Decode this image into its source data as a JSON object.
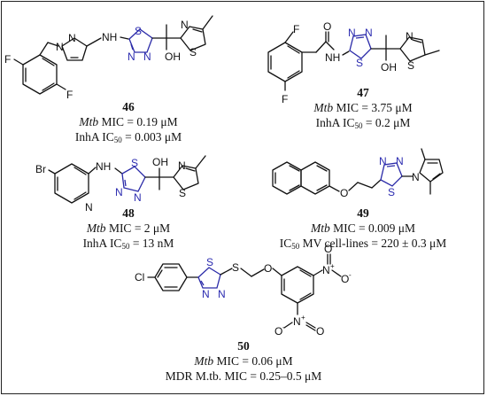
{
  "compounds": [
    {
      "id": "46",
      "l1_it": "Mtb",
      "l1": " MIC = 0.19 μM",
      "l2a": "InhA IC",
      "l2sub": "50",
      "l2b": " = 0.003 μM"
    },
    {
      "id": "47",
      "l1_it": "Mtb",
      "l1": " MIC = 3.75 μM",
      "l2a": "InhA IC",
      "l2sub": "50",
      "l2b": " = 0.2 μM"
    },
    {
      "id": "48",
      "l1_it": "Mtb",
      "l1": " MIC = 2 μM",
      "l2a": "InhA IC",
      "l2sub": "50",
      "l2b": " = 13 nM"
    },
    {
      "id": "49",
      "l1_it": "Mtb",
      "l1": " MIC = 0.009 μM",
      "l2a": "IC",
      "l2sub": "50",
      "l2b": " MV cell-lines = 220 ± 0.3 μM"
    },
    {
      "id": "50",
      "l1_it": "Mtb",
      "l1": " MIC = 0.06 μM",
      "l2a": "MDR M.tb. MIC = 0.25–0.5 μM",
      "l2sub": "",
      "l2b": ""
    }
  ],
  "atom_labels": {
    "F": "F",
    "N": "N",
    "NH": "NH",
    "S": "S",
    "OH": "OH",
    "O": "O",
    "Br": "Br",
    "Cl": "Cl",
    "plus": "+",
    "minus": "-"
  },
  "colors": {
    "ink": "#111111",
    "heteroatom_blue": "#2b2bb0",
    "border": "#222222"
  }
}
